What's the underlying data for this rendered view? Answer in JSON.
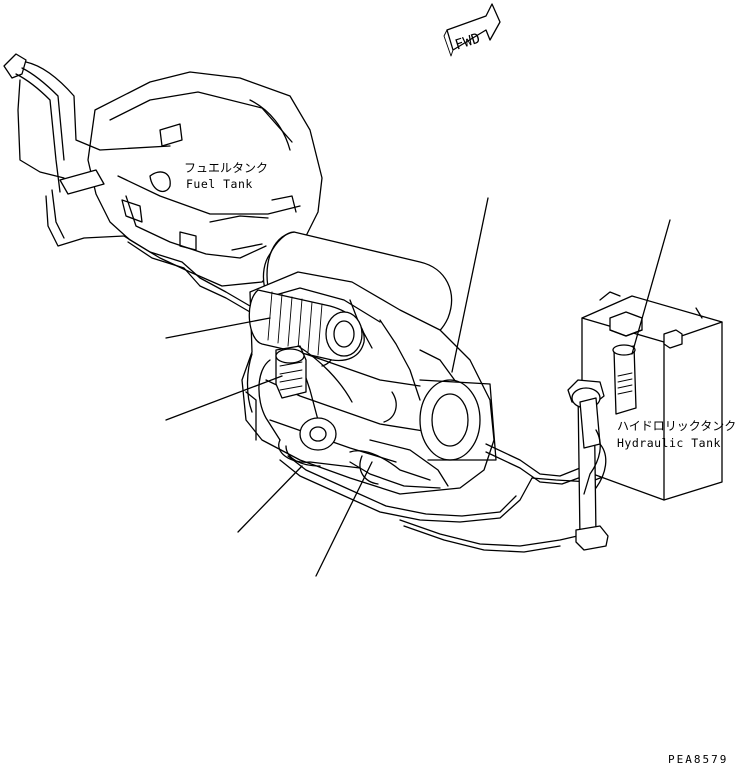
{
  "direction_marker": {
    "text": "FWD"
  },
  "labels": {
    "fuel_tank_jp": "フュエルタンク",
    "fuel_tank_en": "Fuel Tank",
    "hydraulic_tank_jp": "ハイドロリックタンク",
    "hydraulic_tank_en": "Hydraulic Tank"
  },
  "drawing_code": "PEA8579"
}
